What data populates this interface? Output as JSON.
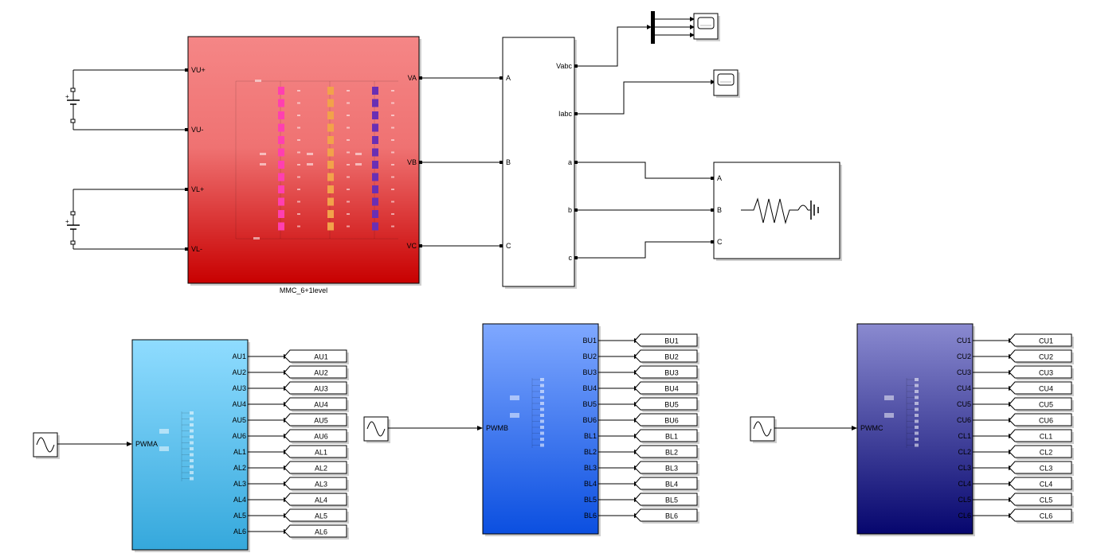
{
  "mmc": {
    "name": "MMC_6+1level",
    "left_ports": [
      "VU+",
      "VU-",
      "VL+",
      "VL-"
    ],
    "right_ports": [
      "VA",
      "VB",
      "VC"
    ],
    "color_top": "#f58686",
    "color_bottom": "#c80000"
  },
  "measurement": {
    "input_ports": [
      "A",
      "B",
      "C"
    ],
    "output_ports": [
      "Vabc",
      "Iabc",
      "a",
      "b",
      "c"
    ]
  },
  "load": {
    "input_ports": [
      "A",
      "B",
      "C"
    ],
    "icon": "rl-load-icon"
  },
  "scopes": {
    "icon": "scope-icon",
    "count": 2
  },
  "pwm_sources": {
    "icon": "sine-wave-icon",
    "count": 3
  },
  "controllers": [
    {
      "id": "a",
      "input": "PWMA",
      "outputs": [
        "AU1",
        "AU2",
        "AU3",
        "AU4",
        "AU5",
        "AU6",
        "AL1",
        "AL2",
        "AL3",
        "AL4",
        "AL5",
        "AL6"
      ],
      "color_top": "#8fdcff",
      "color_bottom": "#35a8dc"
    },
    {
      "id": "b",
      "input": "PWMB",
      "outputs": [
        "BU1",
        "BU2",
        "BU3",
        "BU4",
        "BU5",
        "BU6",
        "BL1",
        "BL2",
        "BL3",
        "BL4",
        "BL5",
        "BL6"
      ],
      "color_top": "#7fa8ff",
      "color_bottom": "#0b4fe0"
    },
    {
      "id": "c",
      "input": "PWMC",
      "outputs": [
        "CU1",
        "CU2",
        "CU3",
        "CU4",
        "CU5",
        "CU6",
        "CL1",
        "CL2",
        "CL3",
        "CL4",
        "CL5",
        "CL6"
      ],
      "color_top": "#8a8ad0",
      "color_bottom": "#06066e"
    }
  ]
}
